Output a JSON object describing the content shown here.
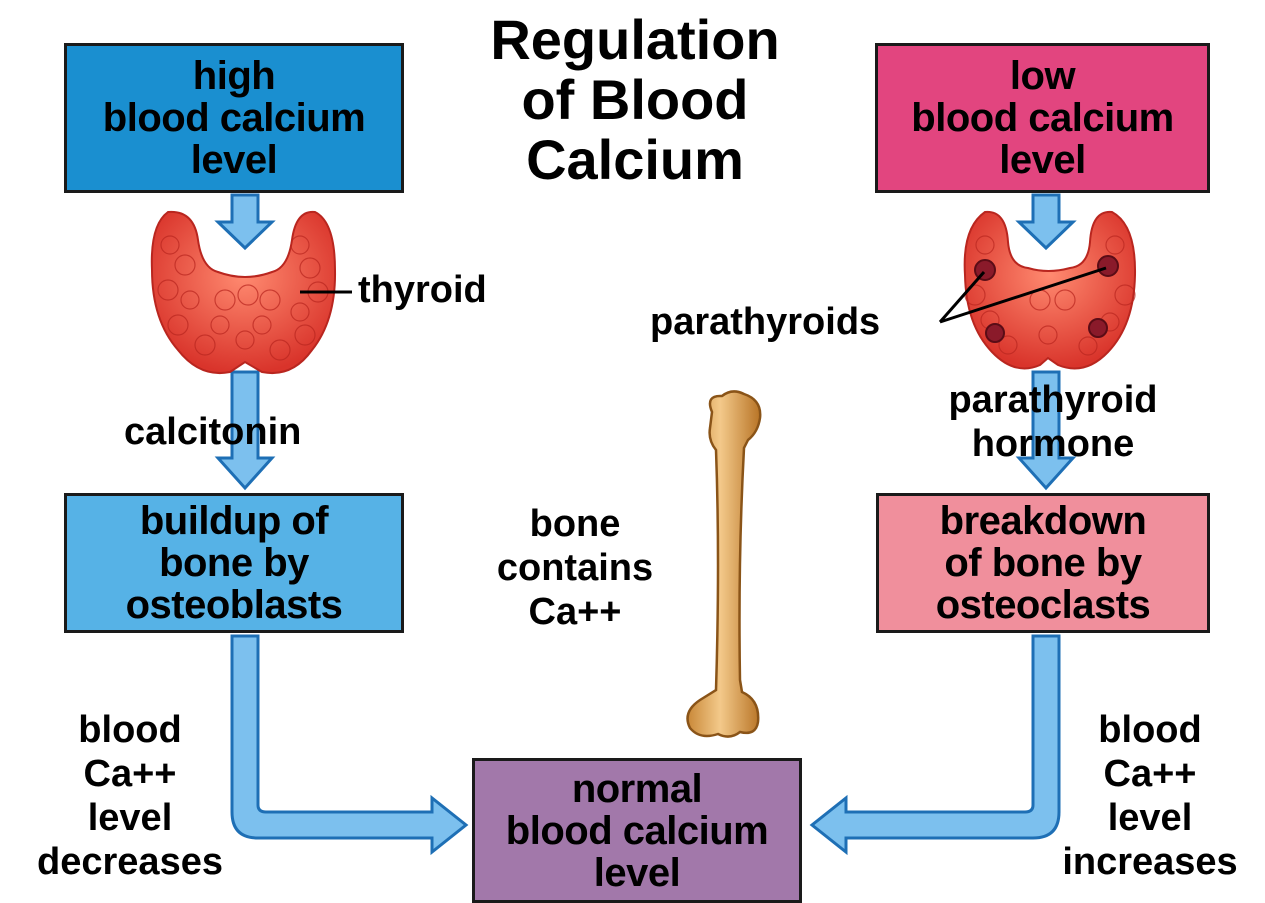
{
  "title": [
    "Regulation",
    "of Blood",
    "Calcium"
  ],
  "boxes": {
    "high": [
      "high",
      "blood calcium",
      "level"
    ],
    "low": [
      "low",
      "blood calcium",
      "level"
    ],
    "buildup": [
      "buildup of",
      "bone by",
      "osteoblasts"
    ],
    "breakdown": [
      "breakdown",
      "of bone by",
      "osteoclasts"
    ],
    "normal": [
      "normal",
      "blood calcium",
      "level"
    ]
  },
  "labels": {
    "thyroid": "thyroid",
    "parathyroids": "parathyroids",
    "calcitonin": "calcitonin",
    "parathyroid_hormone": [
      "parathyroid",
      "hormone"
    ],
    "bone": [
      "bone",
      "contains",
      "Ca++"
    ],
    "left_effect": [
      "blood",
      "Ca++",
      "level",
      "decreases"
    ],
    "right_effect": [
      "blood",
      "Ca++",
      "level",
      "increases"
    ]
  },
  "colors": {
    "high_box": "#1a8fd0",
    "low_box": "#e2457f",
    "buildup_box": "#56b2e6",
    "breakdown_box": "#f08f9c",
    "normal_box": "#a278aa",
    "arrow": "#7cc0ee",
    "gland": "#e8463c",
    "bone": "#e6b06a"
  },
  "icons": [
    "thyroid-gland-icon",
    "parathyroid-gland-icon",
    "bone-icon"
  ]
}
